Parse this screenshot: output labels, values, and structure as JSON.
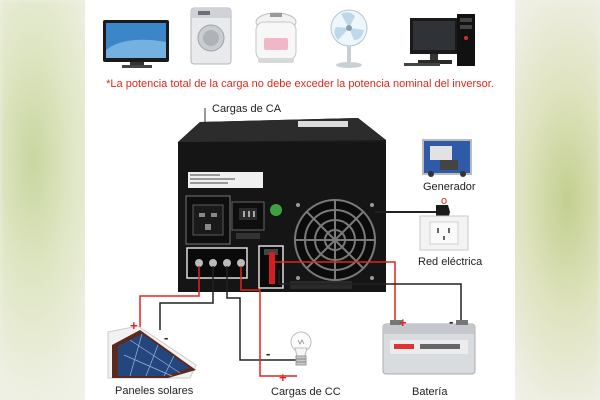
{
  "warning": "*La potencia total de la carga no debe exceder la potencia nominal del inversor.",
  "labels": {
    "ac_loads": "Cargas de CA",
    "generator": "Generador",
    "or": "o",
    "grid": "Red eléctrica",
    "solar": "Paneles solares",
    "dc_loads": "Cargas de CC",
    "battery": "Batería"
  },
  "symbols": {
    "plus": "+",
    "minus": "-"
  },
  "colors": {
    "warning_text": "#e2251b",
    "positive_wire": "#e2251b",
    "negative_wire": "#222222",
    "inverter_body": "#1b1b1b"
  },
  "icons": [
    "tv-icon",
    "washing-machine-icon",
    "rice-cooker-icon",
    "fan-icon",
    "desktop-computer-icon",
    "generator-icon",
    "wall-socket-icon",
    "solar-panel-icon",
    "light-bulb-icon",
    "battery-icon"
  ]
}
